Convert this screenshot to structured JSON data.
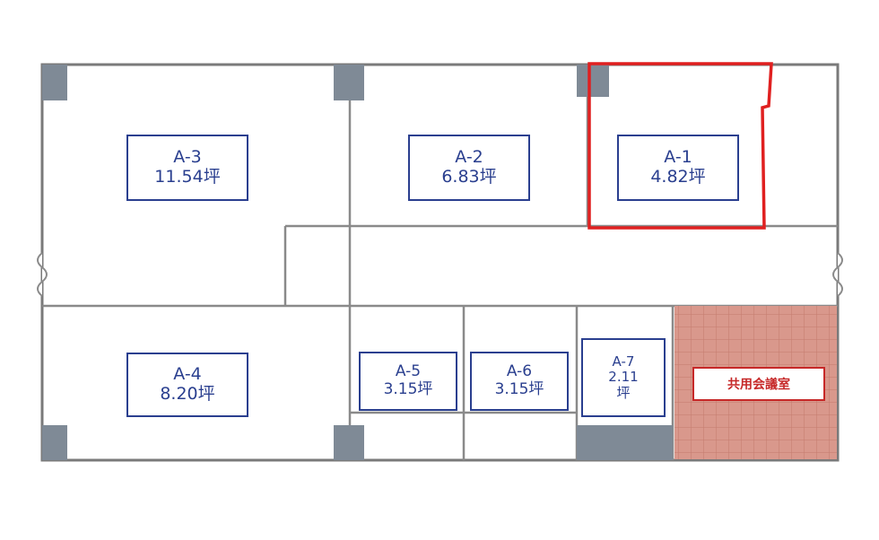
{
  "colors": {
    "wall": "#7a7a7a",
    "pillar": "#7f8a96",
    "label_border": "#2a3f8f",
    "highlight": "#e02020",
    "meeting_fill": "#d9988c",
    "meeting_grid": "#c47a6d",
    "meeting_text": "#c62828"
  },
  "units": [
    {
      "id": "A-3",
      "name": "A-3",
      "area": "11.54坪"
    },
    {
      "id": "A-2",
      "name": "A-2",
      "area": "6.83坪"
    },
    {
      "id": "A-1",
      "name": "A-1",
      "area": "4.82坪",
      "highlighted": true
    },
    {
      "id": "A-4",
      "name": "A-4",
      "area": "8.20坪"
    },
    {
      "id": "A-5",
      "name": "A-5",
      "area": "3.15坪"
    },
    {
      "id": "A-6",
      "name": "A-6",
      "area": "3.15坪"
    },
    {
      "id": "A-7",
      "name": "A-7",
      "area_line1": "2.11",
      "area_line2": "坪"
    }
  ],
  "meeting_room": {
    "label": "共用会議室"
  }
}
